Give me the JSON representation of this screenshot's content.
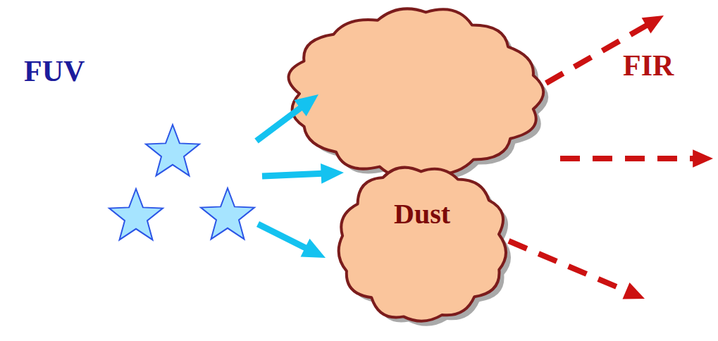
{
  "diagram": {
    "nodes": [
      {
        "text": [
          "Dust"
        ]
      }
    ],
    "labels": [
      "FUV",
      "FIR"
    ]
  }
}
